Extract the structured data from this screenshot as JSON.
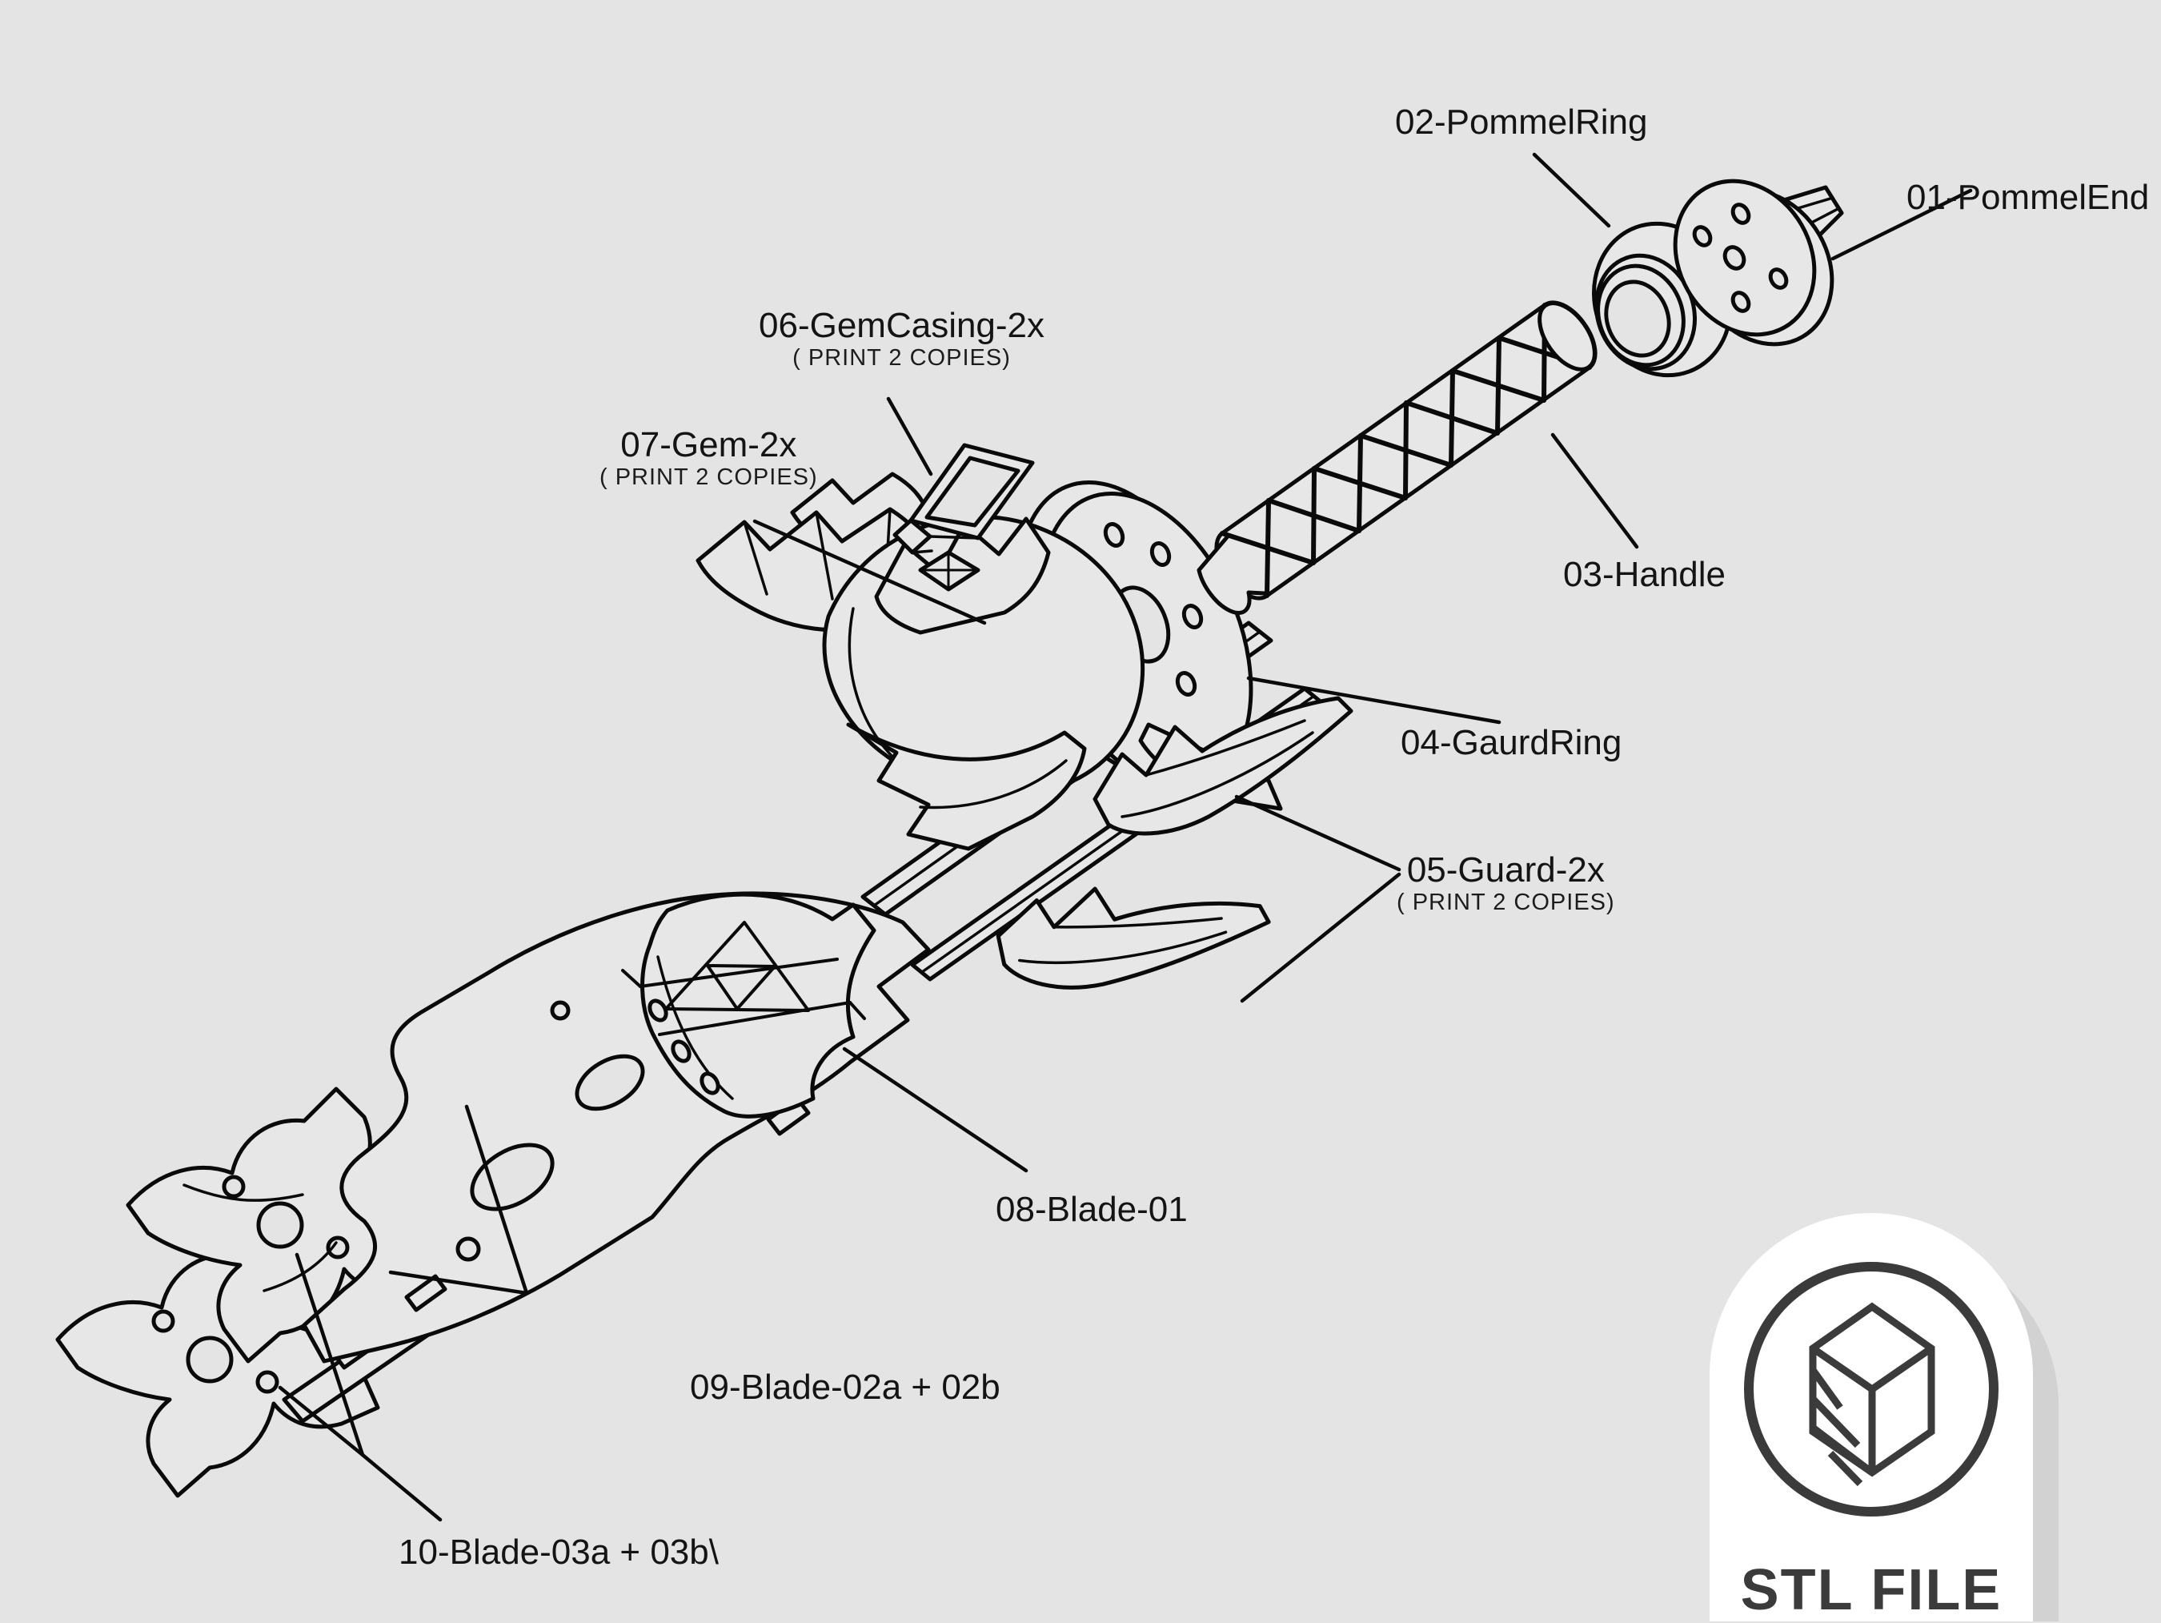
{
  "scene": {
    "background_color": "#e4e4e4",
    "line_color": "#0a0a0a",
    "part_fill_color": "#e7e7e7",
    "description": "Exploded isometric line drawing of a 3D-printable sword split into numbered STL parts"
  },
  "labels": {
    "part01": {
      "text": "01-PommelEnd"
    },
    "part02": {
      "text": "02-PommelRing"
    },
    "part03": {
      "text": "03-Handle"
    },
    "part04": {
      "text": "04-GaurdRing"
    },
    "part05": {
      "text": "05-Guard-2x",
      "note": "( PRINT 2 COPIES)"
    },
    "part06": {
      "text": "06-GemCasing-2x",
      "note": "( PRINT 2 COPIES)"
    },
    "part07": {
      "text": "07-Gem-2x",
      "note": "( PRINT 2 COPIES)"
    },
    "part08": {
      "text": "08-Blade-01"
    },
    "part09": {
      "text": "09-Blade-02a + 02b"
    },
    "part10": {
      "text": "10-Blade-03a + 03b\\"
    }
  },
  "badge": {
    "text": "STL FILE",
    "icon": "3d-cube-icon",
    "background": "#ffffff",
    "foreground": "#3b3b3b"
  }
}
